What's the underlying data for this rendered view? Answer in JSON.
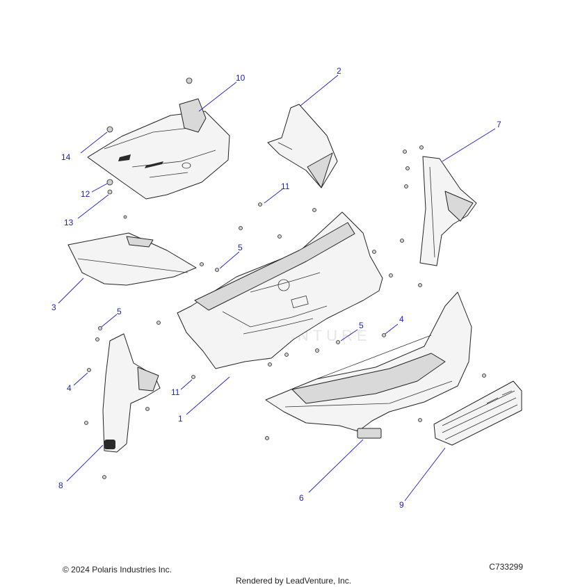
{
  "footer": {
    "copyright": "© 2024 Polaris Industries Inc.",
    "drawing_number": "C733299",
    "rendered_by": "Rendered by LeadVenture, Inc."
  },
  "watermark": "LEADVENTURE",
  "callouts": [
    "10",
    "2",
    "7",
    "14",
    "12",
    "11",
    "13",
    "5",
    "3",
    "5",
    "4",
    "5",
    "4",
    "11",
    "1",
    "6",
    "8",
    "9"
  ]
}
